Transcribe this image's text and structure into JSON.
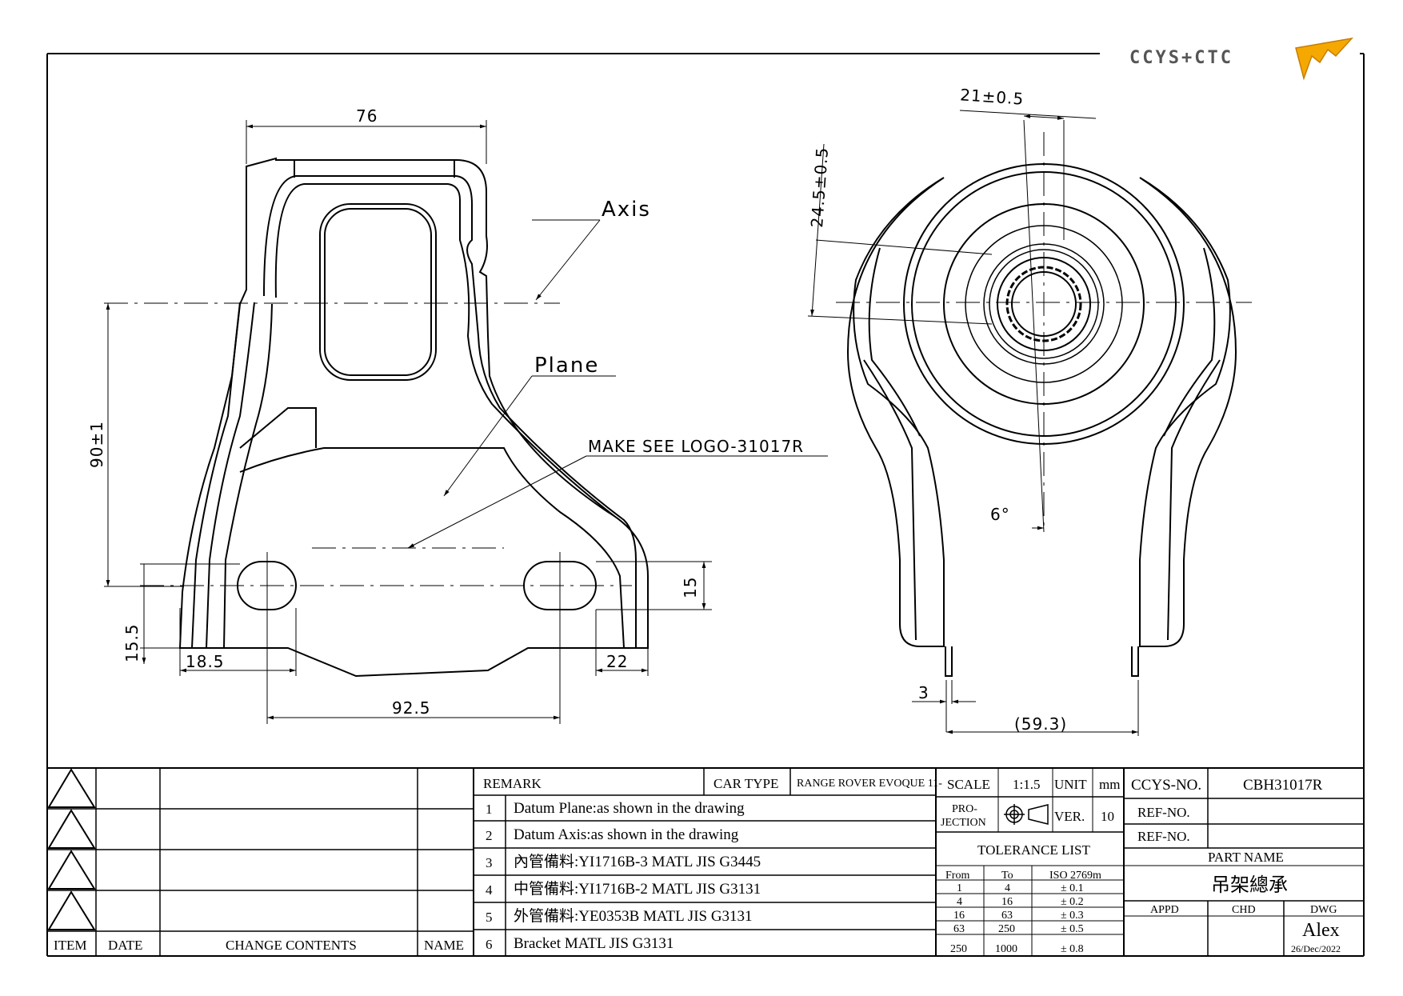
{
  "logo": {
    "text": "CCYS+CTC",
    "accent": "#f5a800"
  },
  "colors": {
    "line": "#000000",
    "logo_gray": "#555555"
  },
  "left_view": {
    "dim_top": "76",
    "dim_height": "90±1",
    "dim_bottom_left": "15.5",
    "dim_slot_left": "18.5",
    "dim_slot_right": "22",
    "dim_slot_span": "92.5",
    "dim_slot_height": "15",
    "label_axis": "Axis",
    "label_plane": "Plane",
    "label_make": "MAKE SEE LOGO-31017R"
  },
  "right_view": {
    "dim_top": "21±0.5",
    "dim_side": "24.5±0.5",
    "dim_angle": "6°",
    "dim_lug": "3",
    "dim_width": "(59.3)"
  },
  "revision": {
    "headers": {
      "item": "ITEM",
      "date": "DATE",
      "change": "CHANGE CONTENTS",
      "name": "NAME"
    }
  },
  "remarks": {
    "header": "REMARK",
    "car_type_label": "CAR TYPE",
    "car_type_value": "RANGE ROVER EVOQUE 11-",
    "items": [
      {
        "no": "1",
        "text": "Datum Plane:as shown in the drawing"
      },
      {
        "no": "2",
        "text": "Datum Axis:as shown in the drawing"
      },
      {
        "no": "3",
        "text": "內管備料:YI1716B-3  MATL JIS G3445"
      },
      {
        "no": "4",
        "text": "中管備料:YI1716B-2  MATL JIS G3131"
      },
      {
        "no": "5",
        "text": "外管備料:YE0353B  MATL JIS G3131"
      },
      {
        "no": "6",
        "text": "Bracket MATL JIS G3131"
      }
    ]
  },
  "spec": {
    "scale_label": "SCALE",
    "scale_value": "1:1.5",
    "unit_label": "UNIT",
    "unit_value": "mm",
    "projection_label_1": "PRO-",
    "projection_label_2": "JECTION",
    "ver_label": "VER.",
    "ver_value": "10",
    "tolerance_title": "TOLERANCE LIST",
    "tol_headers": {
      "from": "From",
      "to": "To",
      "iso": "ISO 2769m"
    },
    "tolerances": [
      {
        "from": "1",
        "to": "4",
        "tol": "± 0.1"
      },
      {
        "from": "4",
        "to": "16",
        "tol": "± 0.2"
      },
      {
        "from": "16",
        "to": "63",
        "tol": "± 0.3"
      },
      {
        "from": "63",
        "to": "250",
        "tol": "± 0.5"
      },
      {
        "from": "250",
        "to": "1000",
        "tol": "± 0.8"
      }
    ]
  },
  "title_block": {
    "ccys_no_label": "CCYS-NO.",
    "ccys_no_value": "CBH31017R",
    "ref1_label": "REF-NO.",
    "ref2_label": "REF-NO.",
    "part_name_label": "PART NAME",
    "part_name_value": "吊架總承",
    "appd_label": "APPD",
    "chd_label": "CHD",
    "dwg_label": "DWG",
    "drawer": "Alex",
    "date": "26/Dec/2022"
  }
}
